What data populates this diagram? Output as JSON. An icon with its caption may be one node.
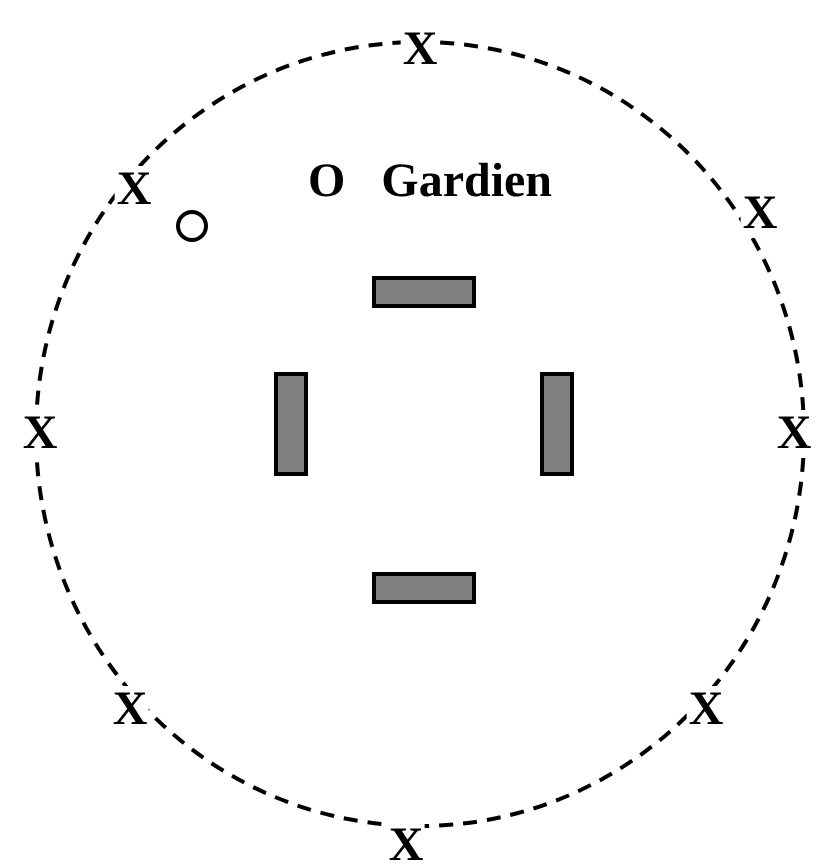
{
  "diagram": {
    "labels": [
      "X",
      "X",
      "O Gardien",
      "X",
      "X",
      "X",
      "X",
      "X",
      "X"
    ]
  }
}
